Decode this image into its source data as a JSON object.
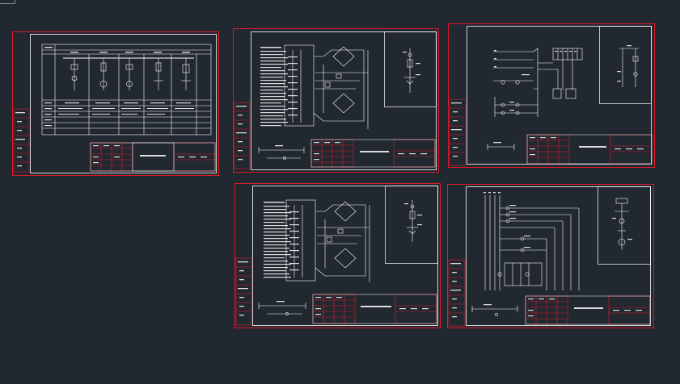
{
  "viewer": {
    "background": "#212830",
    "line_color": "#ffffff",
    "frame_color": "#e0192b"
  },
  "sheets": [
    {
      "id": "sheet-1",
      "title": "",
      "kind": "single-line"
    },
    {
      "id": "sheet-2",
      "title": "",
      "kind": "control-circuit"
    },
    {
      "id": "sheet-3",
      "title": "",
      "kind": "metering-circuit"
    },
    {
      "id": "sheet-4",
      "title": "",
      "kind": "control-circuit"
    },
    {
      "id": "sheet-5",
      "title": "",
      "kind": "transformer-protection"
    }
  ]
}
